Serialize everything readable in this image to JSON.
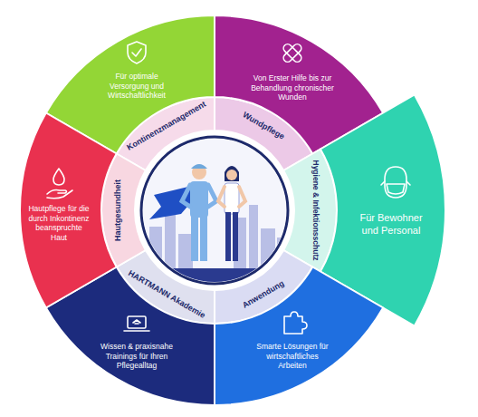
{
  "diagram": {
    "nodes": [
      {
        "text": [
          "Kontinenzmanagement"
        ]
      },
      {
        "text": [
          "Für optimale Versorgung und Wirtschaftlichkeit"
        ]
      },
      {
        "text": [
          "Wundpflege"
        ]
      },
      {
        "text": [
          "Von Erster Hilfe bis zur Behandlung chronischer Wunden"
        ]
      },
      {
        "text": [
          "Hygiene & Infektionsschutz"
        ]
      },
      {
        "text": [
          "Für Bewohner und Personal"
        ]
      },
      {
        "text": [
          "Anwendung"
        ]
      },
      {
        "text": [
          "Smarte Lösungen für wirtschaftliches Arbeiten"
        ]
      },
      {
        "text": [
          "HARTMANN Akademie"
        ]
      },
      {
        "text": [
          "Wissen & praxisnahe Trainings für Ihren Pflegealltag"
        ]
      },
      {
        "text": [
          "Hautgesundheit"
        ]
      },
      {
        "text": [
          "Hautpflege für die durch Inkontinenz beanspruchte Haut"
        ]
      }
    ]
  }
}
